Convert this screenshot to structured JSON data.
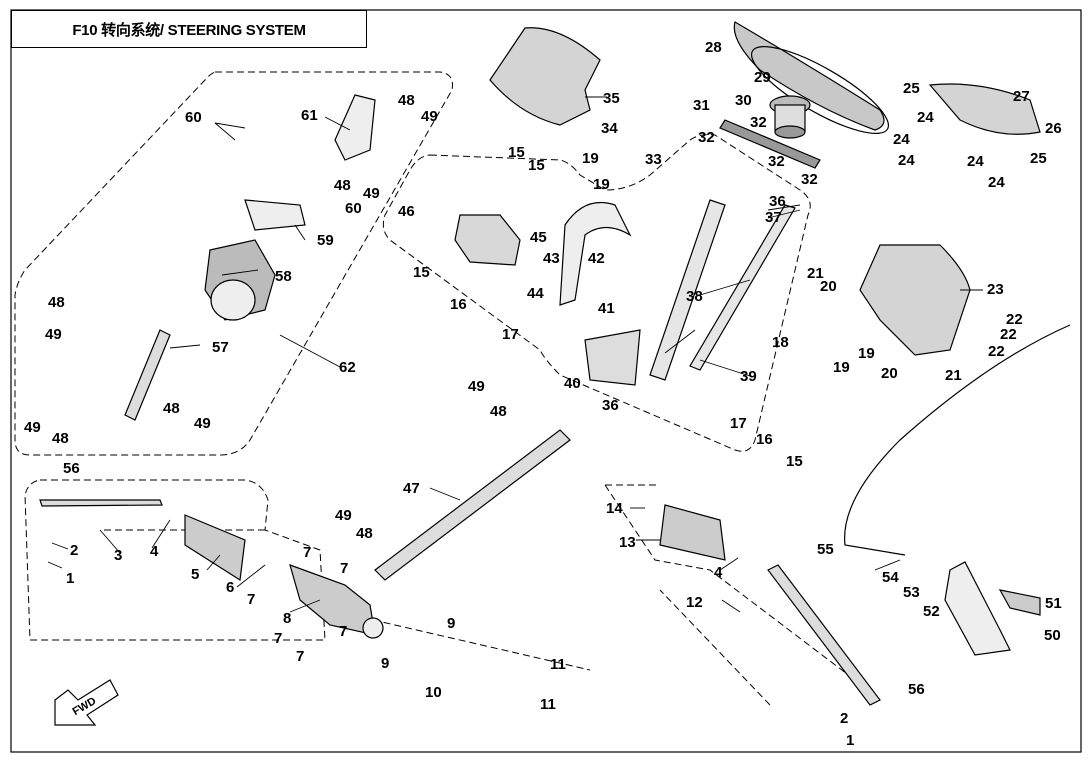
{
  "title": "F10 转向系统/ STEERING SYSTEM",
  "fwd_label": "FWD",
  "parts": [
    {
      "id": "p1a",
      "num": "1"
    },
    {
      "id": "p1b",
      "num": "1"
    },
    {
      "id": "p2a",
      "num": "2"
    },
    {
      "id": "p2b",
      "num": "2"
    },
    {
      "id": "p3",
      "num": "3"
    },
    {
      "id": "p4a",
      "num": "4"
    },
    {
      "id": "p4b",
      "num": "4"
    },
    {
      "id": "p5",
      "num": "5"
    },
    {
      "id": "p6",
      "num": "6"
    },
    {
      "id": "p7a",
      "num": "7"
    },
    {
      "id": "p7b",
      "num": "7"
    },
    {
      "id": "p7c",
      "num": "7"
    },
    {
      "id": "p7d",
      "num": "7"
    },
    {
      "id": "p7e",
      "num": "7"
    },
    {
      "id": "p7f",
      "num": "7"
    },
    {
      "id": "p8",
      "num": "8"
    },
    {
      "id": "p9a",
      "num": "9"
    },
    {
      "id": "p9b",
      "num": "9"
    },
    {
      "id": "p10",
      "num": "10"
    },
    {
      "id": "p11a",
      "num": "11"
    },
    {
      "id": "p11b",
      "num": "11"
    },
    {
      "id": "p12",
      "num": "12"
    },
    {
      "id": "p13",
      "num": "13"
    },
    {
      "id": "p14",
      "num": "14"
    },
    {
      "id": "p15a",
      "num": "15"
    },
    {
      "id": "p15b",
      "num": "15"
    },
    {
      "id": "p15c",
      "num": "15"
    },
    {
      "id": "p15d",
      "num": "15"
    },
    {
      "id": "p16a",
      "num": "16"
    },
    {
      "id": "p16b",
      "num": "16"
    },
    {
      "id": "p17a",
      "num": "17"
    },
    {
      "id": "p17b",
      "num": "17"
    },
    {
      "id": "p18",
      "num": "18"
    },
    {
      "id": "p19a",
      "num": "19"
    },
    {
      "id": "p19b",
      "num": "19"
    },
    {
      "id": "p19c",
      "num": "19"
    },
    {
      "id": "p19d",
      "num": "19"
    },
    {
      "id": "p20a",
      "num": "20"
    },
    {
      "id": "p20b",
      "num": "20"
    },
    {
      "id": "p21a",
      "num": "21"
    },
    {
      "id": "p21b",
      "num": "21"
    },
    {
      "id": "p22a",
      "num": "22"
    },
    {
      "id": "p22b",
      "num": "22"
    },
    {
      "id": "p22c",
      "num": "22"
    },
    {
      "id": "p23",
      "num": "23"
    },
    {
      "id": "p24a",
      "num": "24"
    },
    {
      "id": "p24b",
      "num": "24"
    },
    {
      "id": "p24c",
      "num": "24"
    },
    {
      "id": "p24d",
      "num": "24"
    },
    {
      "id": "p24e",
      "num": "24"
    },
    {
      "id": "p25a",
      "num": "25"
    },
    {
      "id": "p25b",
      "num": "25"
    },
    {
      "id": "p26",
      "num": "26"
    },
    {
      "id": "p27",
      "num": "27"
    },
    {
      "id": "p28",
      "num": "28"
    },
    {
      "id": "p29",
      "num": "29"
    },
    {
      "id": "p30",
      "num": "30"
    },
    {
      "id": "p31",
      "num": "31"
    },
    {
      "id": "p32a",
      "num": "32"
    },
    {
      "id": "p32b",
      "num": "32"
    },
    {
      "id": "p32c",
      "num": "32"
    },
    {
      "id": "p32d",
      "num": "32"
    },
    {
      "id": "p33",
      "num": "33"
    },
    {
      "id": "p34",
      "num": "34"
    },
    {
      "id": "p35",
      "num": "35"
    },
    {
      "id": "p36a",
      "num": "36"
    },
    {
      "id": "p36b",
      "num": "36"
    },
    {
      "id": "p37",
      "num": "37"
    },
    {
      "id": "p38",
      "num": "38"
    },
    {
      "id": "p39",
      "num": "39"
    },
    {
      "id": "p40",
      "num": "40"
    },
    {
      "id": "p41",
      "num": "41"
    },
    {
      "id": "p42",
      "num": "42"
    },
    {
      "id": "p43",
      "num": "43"
    },
    {
      "id": "p44",
      "num": "44"
    },
    {
      "id": "p45",
      "num": "45"
    },
    {
      "id": "p46",
      "num": "46"
    },
    {
      "id": "p47",
      "num": "47"
    },
    {
      "id": "p48a",
      "num": "48"
    },
    {
      "id": "p48b",
      "num": "48"
    },
    {
      "id": "p48c",
      "num": "48"
    },
    {
      "id": "p48d",
      "num": "48"
    },
    {
      "id": "p48e",
      "num": "48"
    },
    {
      "id": "p48f",
      "num": "48"
    },
    {
      "id": "p48g",
      "num": "48"
    },
    {
      "id": "p49a",
      "num": "49"
    },
    {
      "id": "p49b",
      "num": "49"
    },
    {
      "id": "p49c",
      "num": "49"
    },
    {
      "id": "p49d",
      "num": "49"
    },
    {
      "id": "p49e",
      "num": "49"
    },
    {
      "id": "p49f",
      "num": "49"
    },
    {
      "id": "p49g",
      "num": "49"
    },
    {
      "id": "p50",
      "num": "50"
    },
    {
      "id": "p51",
      "num": "51"
    },
    {
      "id": "p52",
      "num": "52"
    },
    {
      "id": "p53",
      "num": "53"
    },
    {
      "id": "p54",
      "num": "54"
    },
    {
      "id": "p55",
      "num": "55"
    },
    {
      "id": "p56a",
      "num": "56"
    },
    {
      "id": "p56b",
      "num": "56"
    },
    {
      "id": "p57",
      "num": "57"
    },
    {
      "id": "p58",
      "num": "58"
    },
    {
      "id": "p59",
      "num": "59"
    },
    {
      "id": "p60a",
      "num": "60"
    },
    {
      "id": "p60b",
      "num": "60"
    },
    {
      "id": "p61",
      "num": "61"
    },
    {
      "id": "p62",
      "num": "62"
    }
  ]
}
